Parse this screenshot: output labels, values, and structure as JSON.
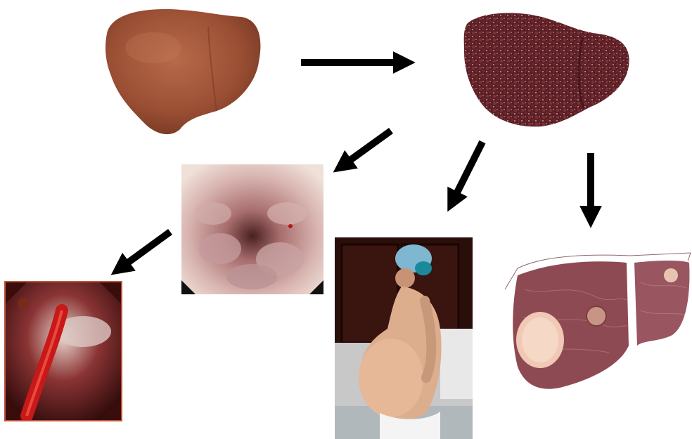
{
  "diagram": {
    "nodes": [
      {
        "id": "healthy-liver",
        "icon": "healthy-liver-image"
      },
      {
        "id": "cirrhotic-liver",
        "icon": "cirrhotic-liver-image"
      },
      {
        "id": "varices-endoscopy",
        "icon": "esophageal-varices-image"
      },
      {
        "id": "bleeding-endoscopy",
        "icon": "variceal-bleeding-image"
      },
      {
        "id": "ascites-patient",
        "icon": "ascites-patient-image"
      },
      {
        "id": "liver-tumor",
        "icon": "liver-tumor-image"
      }
    ],
    "edges": [
      {
        "from": "healthy-liver",
        "to": "cirrhotic-liver"
      },
      {
        "from": "cirrhotic-liver",
        "to": "varices-endoscopy"
      },
      {
        "from": "cirrhotic-liver",
        "to": "ascites-patient"
      },
      {
        "from": "cirrhotic-liver",
        "to": "liver-tumor"
      },
      {
        "from": "varices-endoscopy",
        "to": "bleeding-endoscopy"
      }
    ],
    "arrow_color": "#000000"
  }
}
